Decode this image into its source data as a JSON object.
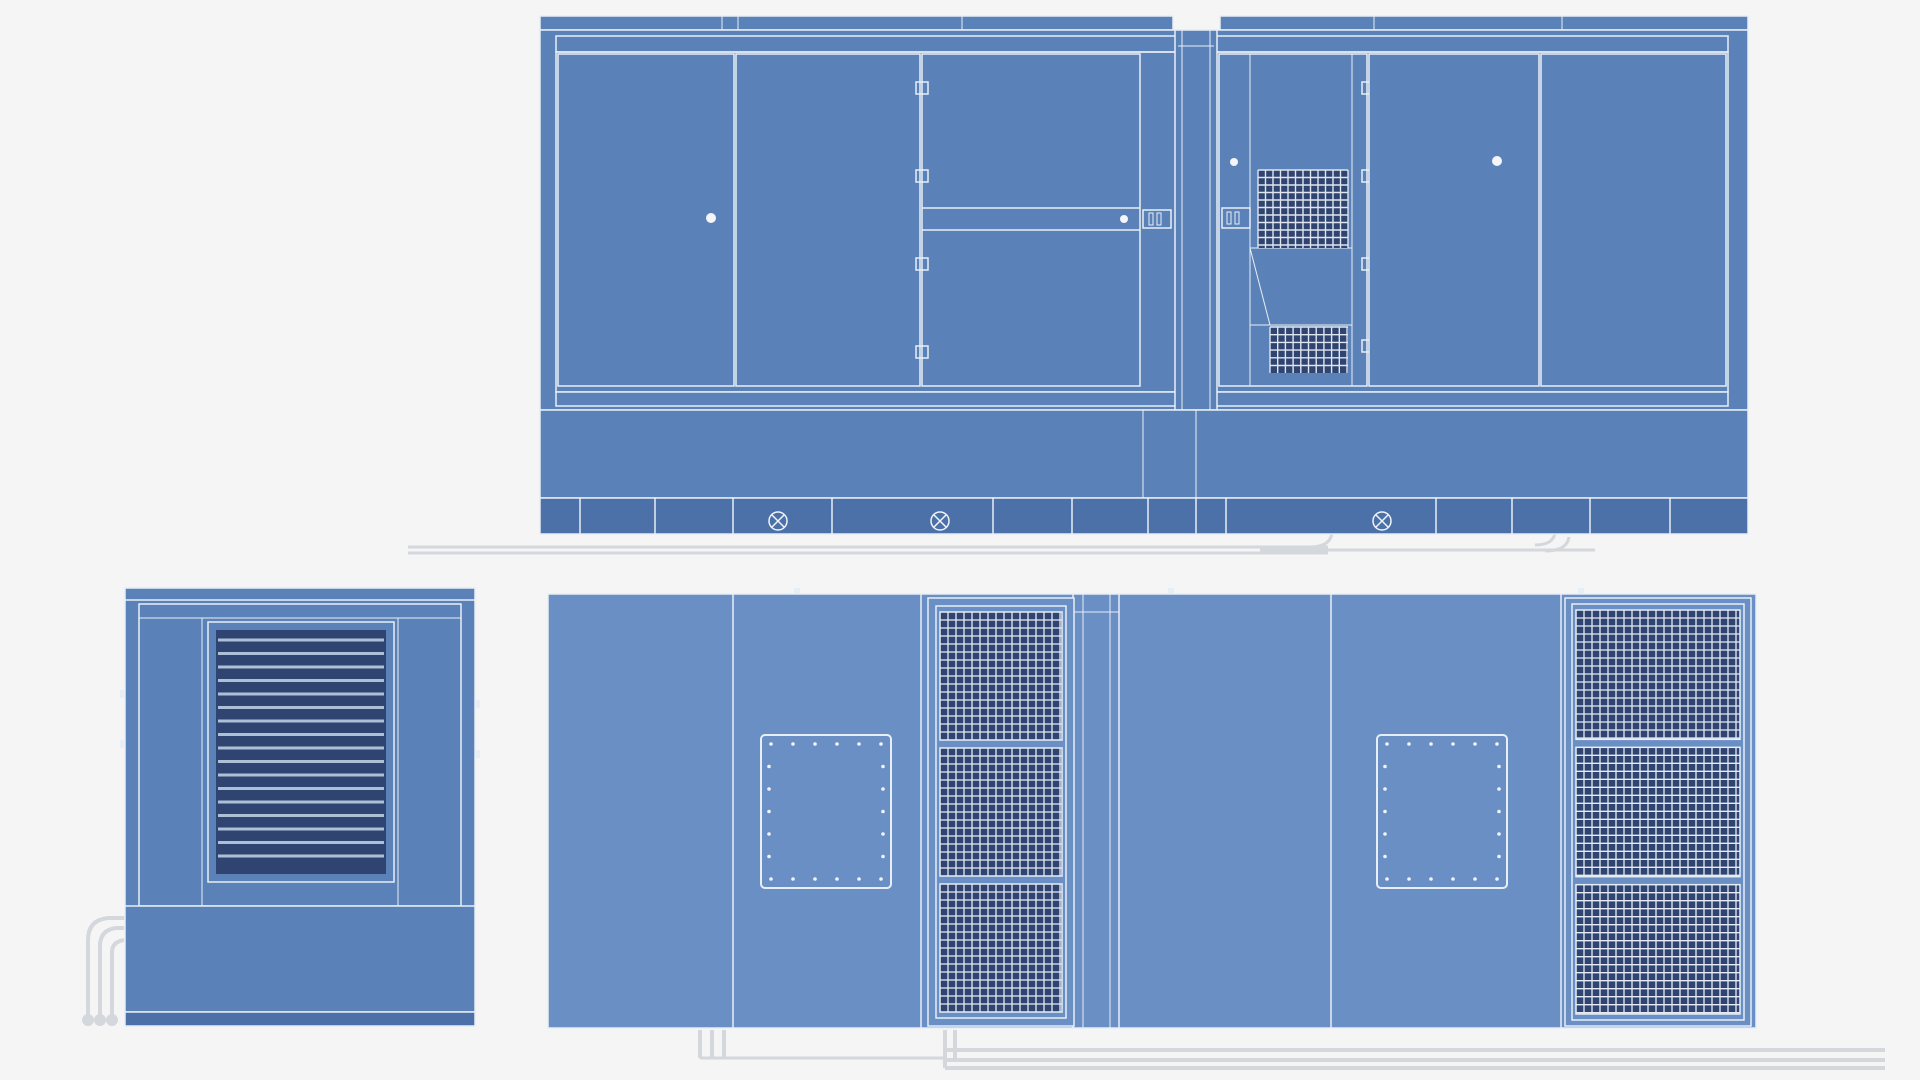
{
  "colors": {
    "background": "#f5f5f6",
    "panel_fill": "#5b82b8",
    "panel_fill_light": "#6a8fc5",
    "panel_fill_dark": "#4c71a8",
    "line": "#e8eef6",
    "edge": "#3f5f8e",
    "grille_bg": "#2f4470",
    "pipe": "#d4d7dc"
  },
  "views": [
    {
      "id": "front-elevation",
      "icon": "generator-enclosure-front-view"
    },
    {
      "id": "end-elevation",
      "icon": "generator-enclosure-end-view"
    },
    {
      "id": "top-plan",
      "icon": "generator-enclosure-top-view"
    }
  ]
}
